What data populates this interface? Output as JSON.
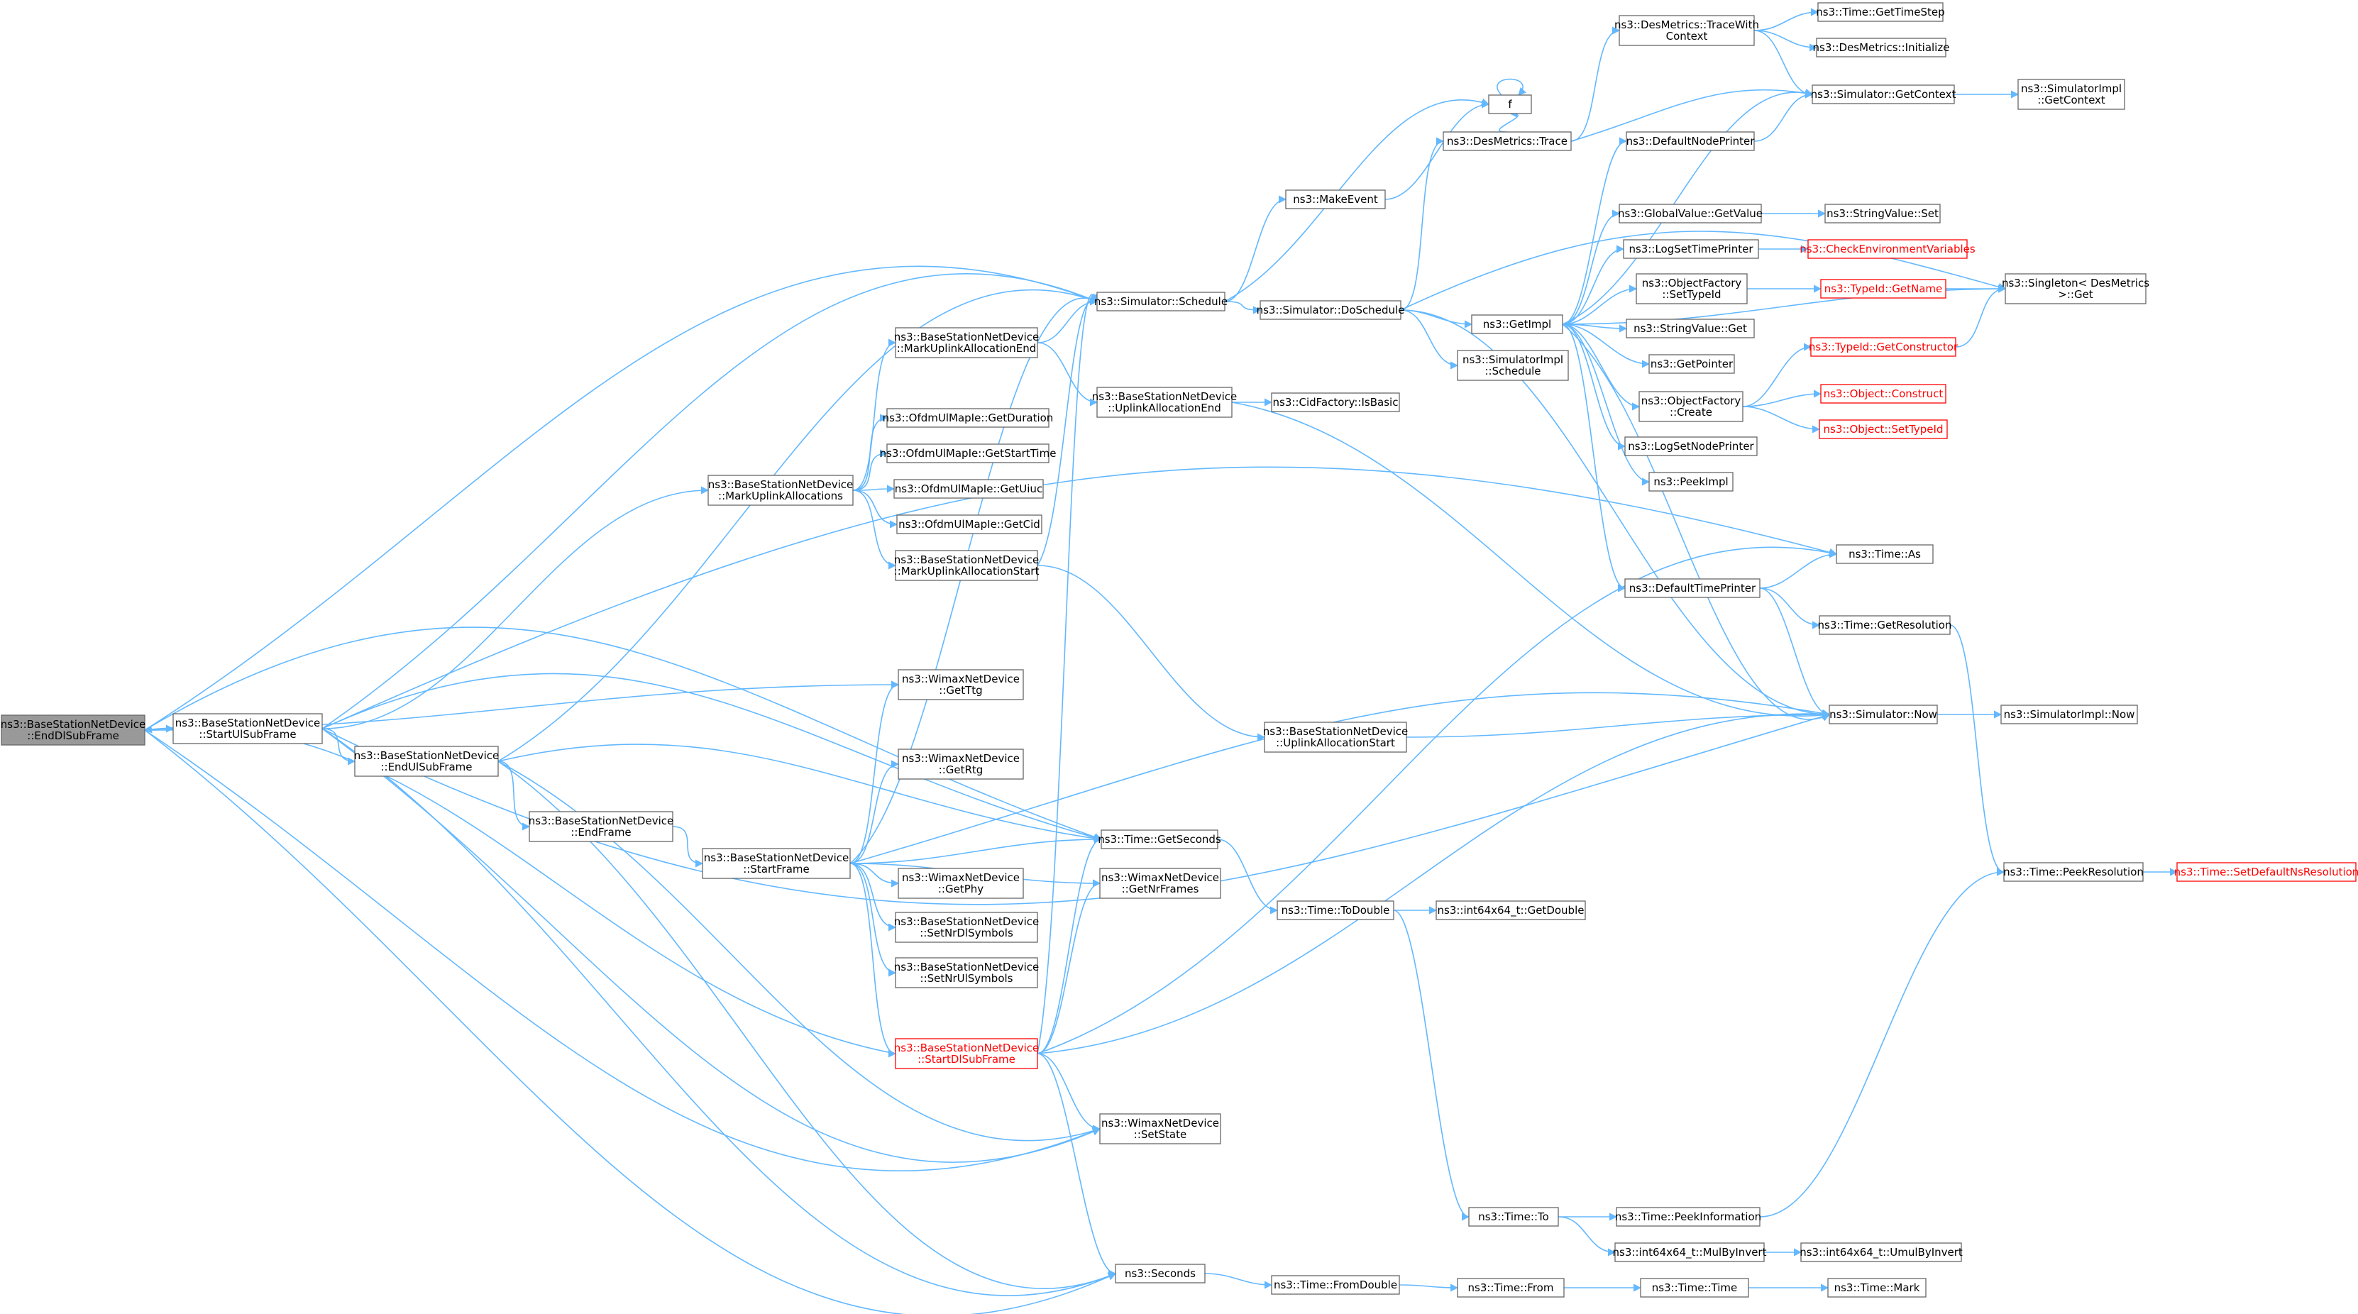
{
  "nodes": {
    "EndDlSubFrame": "ns3::BaseStationNetDevice\n::EndDlSubFrame",
    "StartUlSubFrame": "ns3::BaseStationNetDevice\n::StartUlSubFrame",
    "EndUlSubFrame": "ns3::BaseStationNetDevice\n::EndUlSubFrame",
    "EndFrame": "ns3::BaseStationNetDevice\n::EndFrame",
    "StartFrame": "ns3::BaseStationNetDevice\n::StartFrame",
    "StartDlSubFrame": "ns3::BaseStationNetDevice\n::StartDlSubFrame",
    "MarkUplinkAllocations": "ns3::BaseStationNetDevice\n::MarkUplinkAllocations",
    "MarkUplinkAllocationEnd": "ns3::BaseStationNetDevice\n::MarkUplinkAllocationEnd",
    "MarkUplinkAllocationStart": "ns3::BaseStationNetDevice\n::MarkUplinkAllocationStart",
    "GetDuration": "ns3::OfdmUlMapIe::GetDuration",
    "GetStartTime": "ns3::OfdmUlMapIe::GetStartTime",
    "GetUiuc": "ns3::OfdmUlMapIe::GetUiuc",
    "GetCid": "ns3::OfdmUlMapIe::GetCid",
    "GetTtg": "ns3::WimaxNetDevice\n::GetTtg",
    "GetRtg": "ns3::WimaxNetDevice\n::GetRtg",
    "GetPhy": "ns3::WimaxNetDevice\n::GetPhy",
    "SetNrDlSymbols": "ns3::BaseStationNetDevice\n::SetNrDlSymbols",
    "SetNrUlSymbols": "ns3::BaseStationNetDevice\n::SetNrUlSymbols",
    "Schedule": "ns3::Simulator::Schedule",
    "GetSeconds": "ns3::Time::GetSeconds",
    "GetNrFrames": "ns3::WimaxNetDevice\n::GetNrFrames",
    "SetState": "ns3::WimaxNetDevice\n::SetState",
    "Seconds": "ns3::Seconds",
    "UplinkAllocationEnd": "ns3::BaseStationNetDevice\n::UplinkAllocationEnd",
    "UplinkAllocationStart": "ns3::BaseStationNetDevice\n::UplinkAllocationStart",
    "IsBasic": "ns3::CidFactory::IsBasic",
    "MakeEvent": "ns3::MakeEvent",
    "f": "f",
    "DoSchedule": "ns3::Simulator::DoSchedule",
    "Trace": "ns3::DesMetrics::Trace",
    "TraceWithContext": "ns3::DesMetrics::TraceWith\nContext",
    "GetTimeStep": "ns3::Time::GetTimeStep",
    "DesInit": "ns3::DesMetrics::Initialize",
    "GetContext": "ns3::Simulator::GetContext",
    "ImplGetContext": "ns3::SimulatorImpl\n::GetContext",
    "DefaultNodePrinter": "ns3::DefaultNodePrinter",
    "GlobalGetValue": "ns3::GlobalValue::GetValue",
    "StringSet": "ns3::StringValue::Set",
    "LogSetTimePrinter": "ns3::LogSetTimePrinter",
    "CheckEnv": "ns3::CheckEnvironmentVariables",
    "OFSetTypeId": "ns3::ObjectFactory\n::SetTypeId",
    "TypeIdGetName": "ns3::TypeId::GetName",
    "SingletonGet": "ns3::Singleton< DesMetrics\n >::Get",
    "GetImpl": "ns3::GetImpl",
    "StringGet": "ns3::StringValue::Get",
    "ImplSchedule": "ns3::SimulatorImpl\n::Schedule",
    "GetPointer": "ns3::GetPointer",
    "GetConstructor": "ns3::TypeId::GetConstructor",
    "OFCreate": "ns3::ObjectFactory\n::Create",
    "ObjConstruct": "ns3::Object::Construct",
    "ObjSetTypeId": "ns3::Object::SetTypeId",
    "LogSetNodePrinter": "ns3::LogSetNodePrinter",
    "PeekImpl": "ns3::PeekImpl",
    "TimeAs": "ns3::Time::As",
    "DefaultTimePrinter": "ns3::DefaultTimePrinter",
    "GetResolution": "ns3::Time::GetResolution",
    "Now": "ns3::Simulator::Now",
    "ImplNow": "ns3::SimulatorImpl::Now",
    "PeekResolution": "ns3::Time::PeekResolution",
    "SetDefaultNsRes": "ns3::Time::SetDefaultNsResolution",
    "ToDouble": "ns3::Time::ToDouble",
    "int64GetDouble": "ns3::int64x64_t::GetDouble",
    "TimeTo": "ns3::Time::To",
    "PeekInformation": "ns3::Time::PeekInformation",
    "MulByInvert": "ns3::int64x64_t::MulByInvert",
    "UmulByInvert": "ns3::int64x64_t::UmulByInvert",
    "FromDouble": "ns3::Time::FromDouble",
    "TimeFrom": "ns3::Time::From",
    "TimeTime": "ns3::Time::Time",
    "TimeMark": "ns3::Time::Mark"
  },
  "colors": {
    "edge": "#63b8ff",
    "root_fill": "#999999",
    "border": "#666666",
    "truncated": "#ff0000"
  }
}
